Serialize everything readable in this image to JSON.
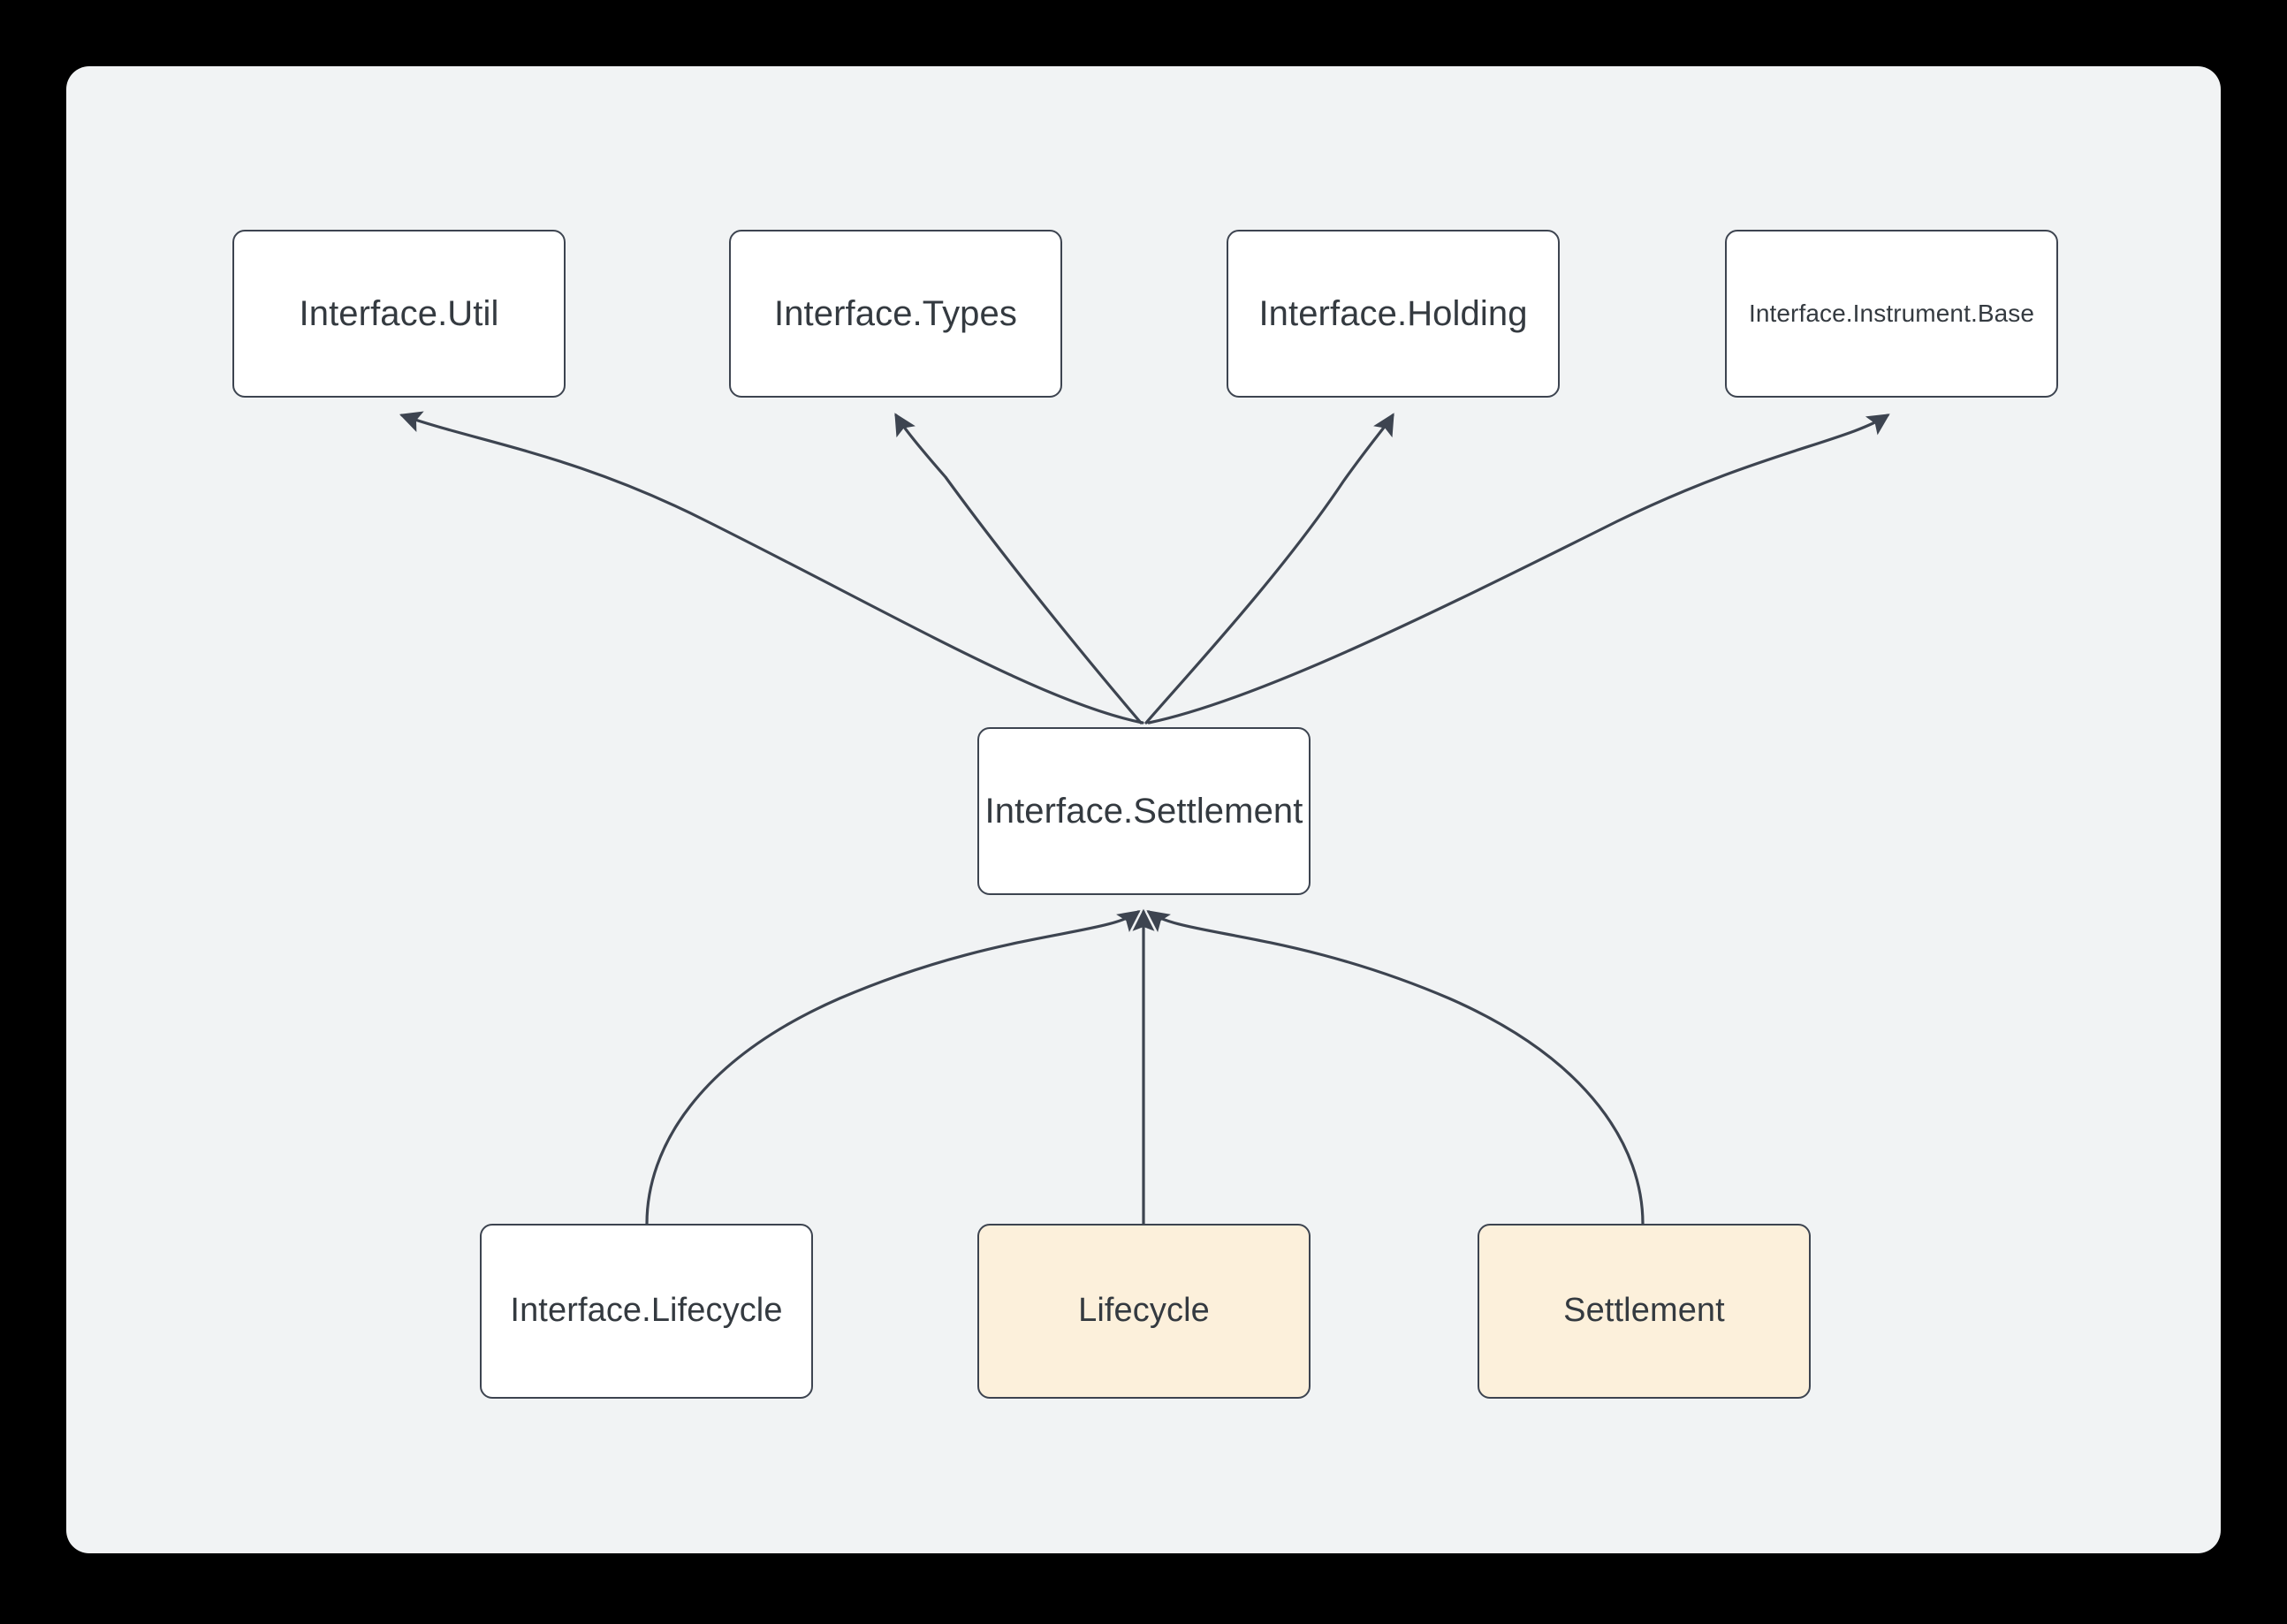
{
  "diagram": {
    "type": "dependency-graph",
    "canvas": {
      "background_color": "#f1f3f4",
      "page_background_color": "#000000"
    },
    "style": {
      "node_border_color": "#3d4450",
      "node_fill_white": "#ffffff",
      "node_fill_cream": "#fcf0db",
      "text_color": "#343a40",
      "edge_color": "#3d4450"
    },
    "nodes": [
      {
        "id": "interface-util",
        "label": "Interface.Util",
        "fill": "white",
        "row": "top"
      },
      {
        "id": "interface-types",
        "label": "Interface.Types",
        "fill": "white",
        "row": "top"
      },
      {
        "id": "interface-holding",
        "label": "Interface.Holding",
        "fill": "white",
        "row": "top"
      },
      {
        "id": "interface-instrument-base",
        "label": "Interface.Instrument.Base",
        "fill": "white",
        "row": "top"
      },
      {
        "id": "interface-settlement",
        "label": "Interface.Settlement",
        "fill": "white",
        "row": "middle"
      },
      {
        "id": "interface-lifecycle",
        "label": "Interface.Lifecycle",
        "fill": "white",
        "row": "bottom"
      },
      {
        "id": "lifecycle",
        "label": "Lifecycle",
        "fill": "cream",
        "row": "bottom"
      },
      {
        "id": "settlement",
        "label": "Settlement",
        "fill": "cream",
        "row": "bottom"
      }
    ],
    "edges": [
      {
        "from": "interface-settlement",
        "to": "interface-util",
        "arrow": "to"
      },
      {
        "from": "interface-settlement",
        "to": "interface-types",
        "arrow": "to"
      },
      {
        "from": "interface-settlement",
        "to": "interface-holding",
        "arrow": "to"
      },
      {
        "from": "interface-settlement",
        "to": "interface-instrument-base",
        "arrow": "to"
      },
      {
        "from": "interface-lifecycle",
        "to": "interface-settlement",
        "arrow": "to"
      },
      {
        "from": "lifecycle",
        "to": "interface-settlement",
        "arrow": "to"
      },
      {
        "from": "settlement",
        "to": "interface-settlement",
        "arrow": "to"
      }
    ]
  }
}
